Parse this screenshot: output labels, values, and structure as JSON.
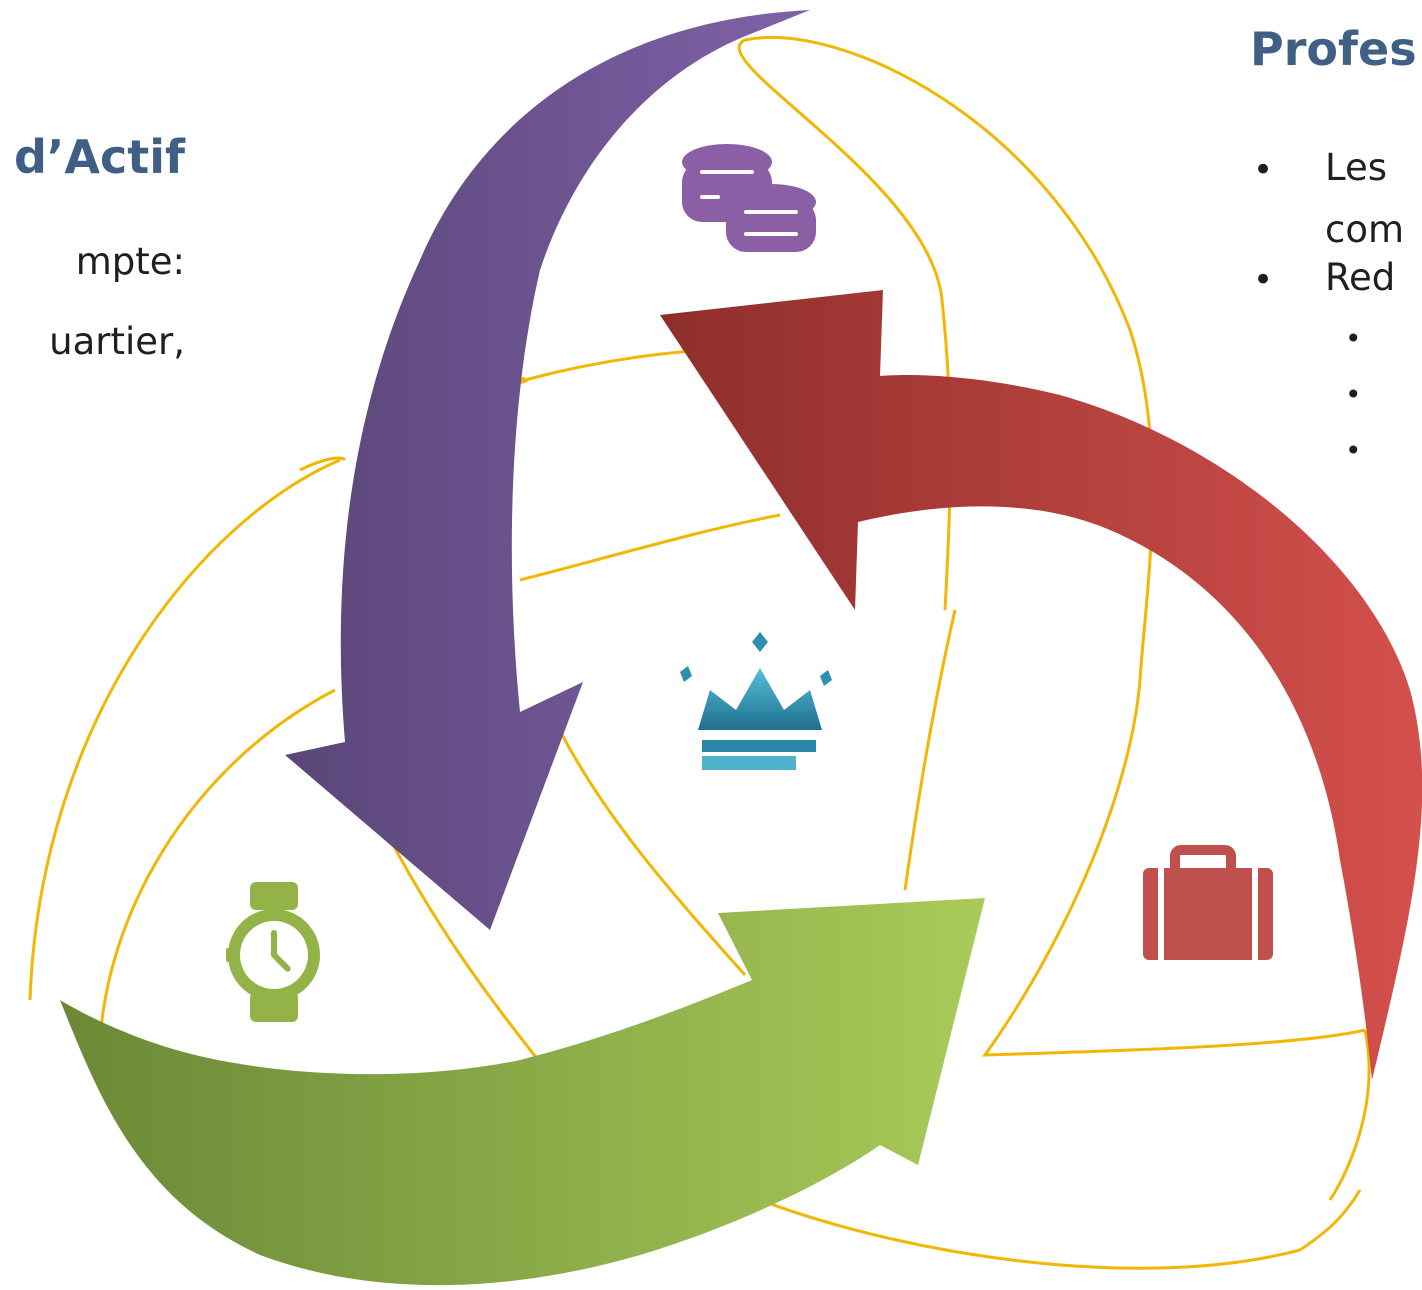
{
  "left_panel": {
    "title": "d’Actif",
    "lines": [
      "mpte:",
      "uartier,"
    ]
  },
  "right_panel": {
    "title": "Profes",
    "lines": [
      "Les",
      "com",
      "Red"
    ]
  },
  "colors": {
    "purple_arrow": "#6f5596",
    "red_arrow": "#b9403f",
    "green_arrow": "#93b349",
    "outline": "#f2b705",
    "heading": "#3f5f84",
    "crown": "#2f8fb0"
  },
  "icons": {
    "top": "coins-icon",
    "center": "crown-icon",
    "left": "watch-icon",
    "right": "briefcase-icon"
  }
}
